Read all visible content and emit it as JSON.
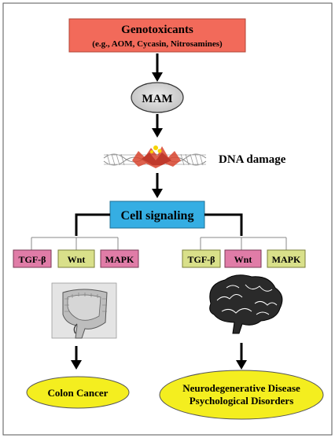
{
  "diagram": {
    "genotoxicants": {
      "title": "Genotoxicants",
      "subtitle": "(e.g., AOM, Cycasin, Nitrosamines)"
    },
    "mam_label": "MAM",
    "dna_damage_label": "DNA damage",
    "cell_signaling_label": "Cell signaling",
    "left_branch": {
      "pathways": [
        "TGF-β",
        "Wnt",
        "MAPK"
      ],
      "image_subject": "colon-illustration",
      "outcome": "Colon Cancer"
    },
    "right_branch": {
      "pathways": [
        "TGF-β",
        "Wnt",
        "MAPK"
      ],
      "image_subject": "brain-illustration",
      "outcome_line1": "Neurodegenerative Disease",
      "outcome_line2": "Psychological Disorders"
    }
  },
  "colors": {
    "genotoxicants_fill": "#f26a5a",
    "mam_fill": "#d7d7d7",
    "cell_signaling_fill": "#35aee3",
    "pink_fill": "#e07ca7",
    "green_fill": "#d9e08a",
    "outcome_fill": "#f4ee1f"
  }
}
